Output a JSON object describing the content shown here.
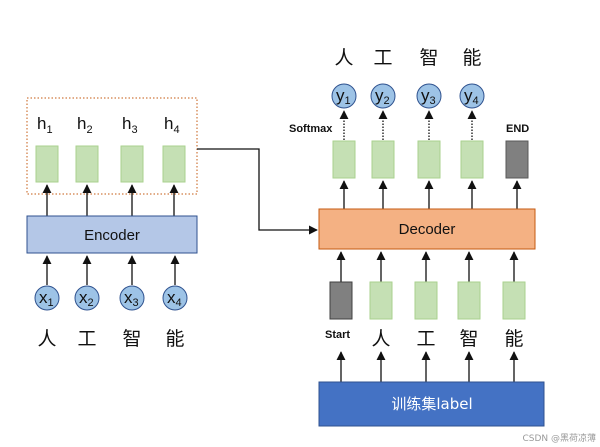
{
  "encoder": {
    "label": "Encoder",
    "hidden_states": [
      {
        "base": "h",
        "sub": "1"
      },
      {
        "base": "h",
        "sub": "2"
      },
      {
        "base": "h",
        "sub": "3"
      },
      {
        "base": "h",
        "sub": "4"
      }
    ],
    "inputs": [
      {
        "base": "x",
        "sub": "1"
      },
      {
        "base": "x",
        "sub": "2"
      },
      {
        "base": "x",
        "sub": "3"
      },
      {
        "base": "x",
        "sub": "4"
      }
    ],
    "input_tokens": [
      "人",
      "工",
      "智",
      "能"
    ]
  },
  "decoder": {
    "label": "Decoder",
    "softmax_label": "Softmax",
    "end_label": "END",
    "start_label": "Start",
    "outputs": [
      {
        "base": "y",
        "sub": "1"
      },
      {
        "base": "y",
        "sub": "2"
      },
      {
        "base": "y",
        "sub": "3"
      },
      {
        "base": "y",
        "sub": "4"
      }
    ],
    "output_tokens": [
      "人",
      "工",
      "智",
      "能"
    ],
    "input_tokens": [
      "人",
      "工",
      "智",
      "能"
    ]
  },
  "training_set": {
    "label": "训练集label"
  },
  "watermark": "CSDN @黑荷凉薄",
  "colors": {
    "encoder_box": "#b4c7e7",
    "decoder_box": "#f4b183",
    "vector_green": "#c5e0b4",
    "vector_gray": "#808080",
    "circle_blue": "#9dc3e6",
    "training_blue": "#4472c4",
    "dotted_border": "#c55a11"
  }
}
